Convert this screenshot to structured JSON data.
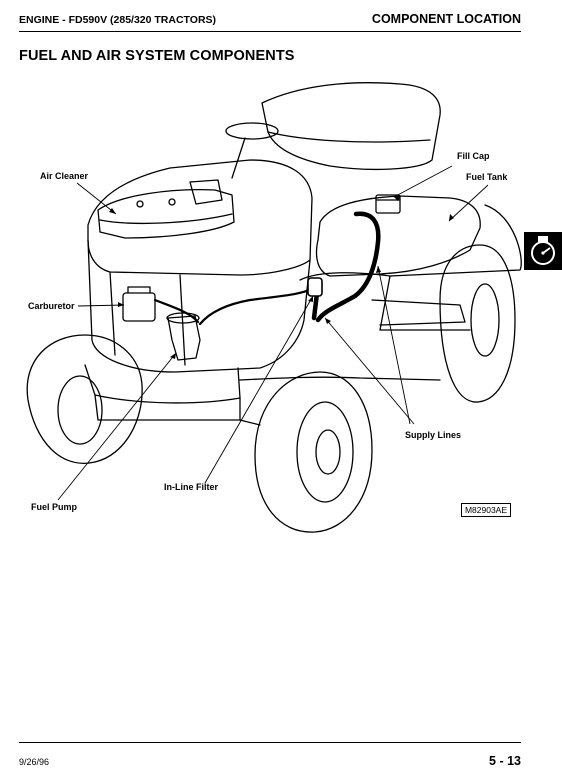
{
  "header": {
    "left": "ENGINE - FD590V (285/320 TRACTORS)",
    "right": "COMPONENT LOCATION"
  },
  "section_title": "FUEL AND AIR SYSTEM COMPONENTS",
  "callouts": {
    "fill_cap": "Fill Cap",
    "fuel_tank": "Fuel Tank",
    "air_cleaner": "Air Cleaner",
    "carburetor": "Carburetor",
    "supply_lines": "Supply Lines",
    "inline_filter": "In-Line Filter",
    "fuel_pump": "Fuel Pump"
  },
  "figure_id": "M82903AE",
  "section_tab_icon": "engine-gauge-icon",
  "footer": {
    "date": "9/26/96",
    "page": "5 - 13"
  }
}
